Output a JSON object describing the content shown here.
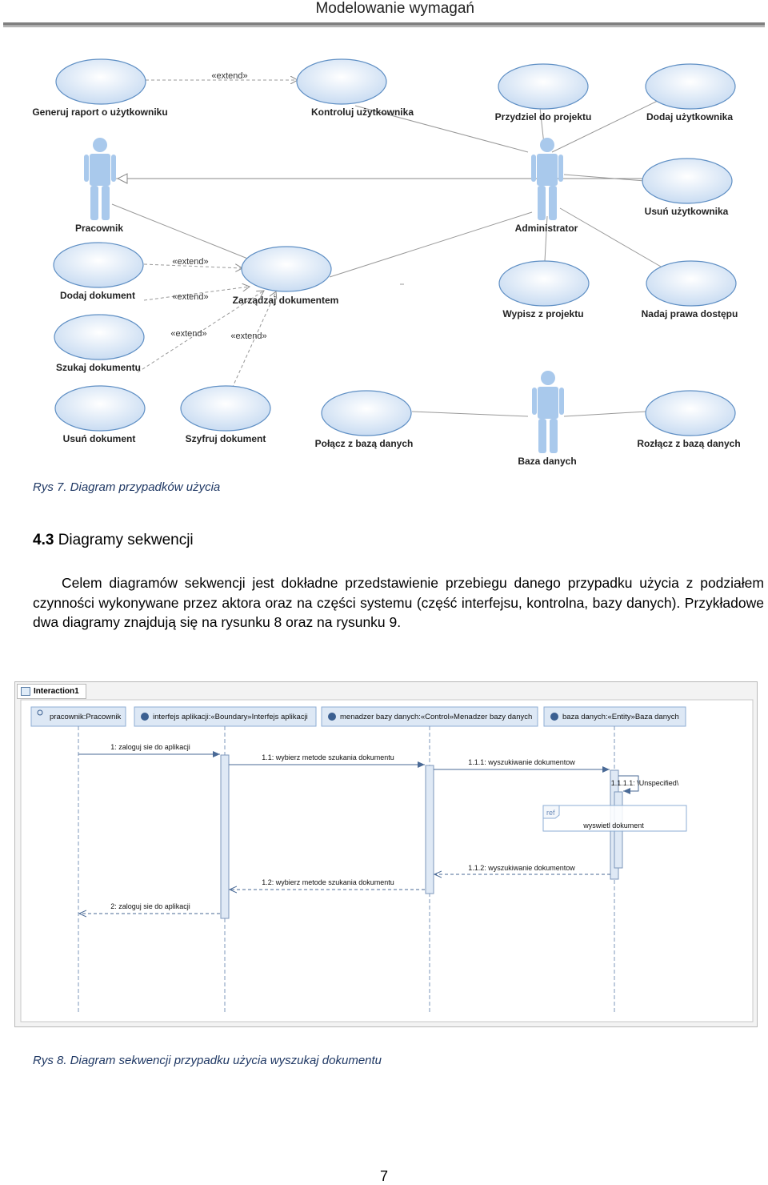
{
  "header": {
    "title": "Modelowanie wymagań"
  },
  "use_case_diagram": {
    "actors": {
      "pracownik": "Pracownik",
      "administrator": "Administrator",
      "baza": "Baza danych"
    },
    "use_cases": {
      "generuj": "Generuj raport o użytkowniku",
      "kontroluj": "Kontroluj użytkownika",
      "przydziel": "Przydziel do projektu",
      "dodaj_uz": "Dodaj użytkownika",
      "usun_uz": "Usuń użytkownika",
      "dodaj_dok": "Dodaj dokument",
      "zarzadzaj": "Zarządzaj dokumentem",
      "wypisz": "Wypisz z projektu",
      "nadaj": "Nadaj prawa dostępu",
      "szukaj": "Szukaj dokumentu",
      "usun_dok": "Usuń dokument",
      "szyfruj": "Szyfruj dokument",
      "polacz": "Połącz z bazą danych",
      "rozlacz": "Rozłącz z bazą danych"
    },
    "stereotype": "«extend»"
  },
  "caption1": "Rys 7. Diagram przypadków użycia",
  "section": {
    "number": "4.3",
    "title": "Diagramy sekwencji"
  },
  "paragraph": "Celem diagramów sekwencji jest dokładne przedstawienie przebiegu danego przypadku użycia z podziałem czynności wykonywane przez aktora oraz na części systemu (część interfejsu, kontrolna, bazy danych). Przykładowe dwa diagramy znajdują się na rysunku 8 oraz na rysunku 9.",
  "sequence_diagram": {
    "tab": "Interaction1",
    "lifelines": {
      "l1": "pracownik:Pracownik",
      "l2": "interfejs aplikacji:«Boundary»Interfejs aplikacji",
      "l3": "menadzer bazy danych:«Control»Menadzer bazy danych",
      "l4": "baza danych:«Entity»Baza danych"
    },
    "messages": {
      "m1": "1: zaloguj sie do aplikacji",
      "m2": "1.1: wybierz metode szukania dokumentu",
      "m3": "1.1.1: wyszukiwanie dokumentow",
      "m4": "1.1.1.1: \\Unspecified\\",
      "m5": "1.1.2: wyszukiwanie dokumentow",
      "m6": "1.2: wybierz metode szukania dokumentu",
      "m7": "2: zaloguj sie do aplikacji"
    },
    "ref": {
      "tag": "ref",
      "label": "wyswietl dokument"
    }
  },
  "caption2": "Rys 8. Diagram sekwencji przypadku użycia wyszukaj dokumentu",
  "page_number": "7",
  "colors": {
    "usecase_fill": "#dbe8f6",
    "usecase_stroke": "#5f8fc4",
    "actor": "#a9c9ec",
    "caption": "#1f3864"
  }
}
